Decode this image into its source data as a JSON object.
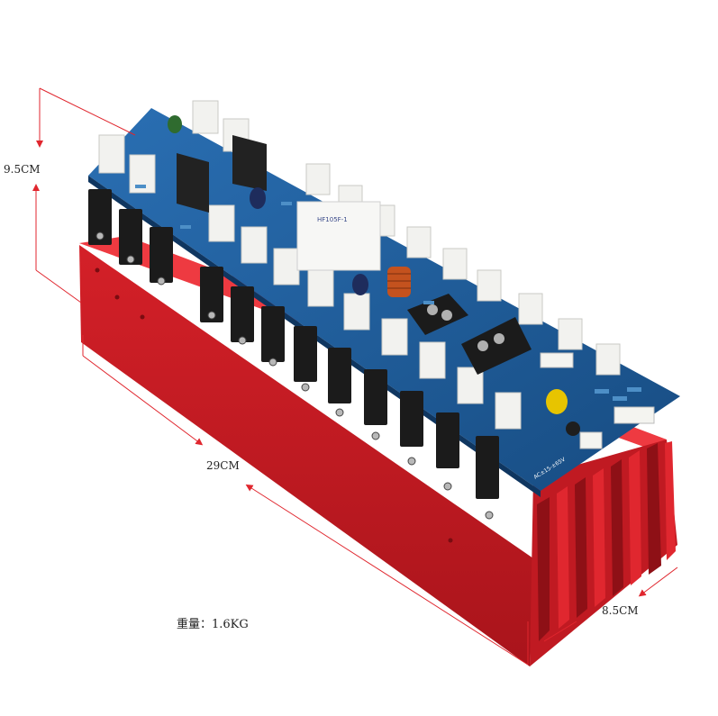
{
  "dimensions": {
    "height_label": "9.5CM",
    "length_label": "29CM",
    "width_label": "8.5CM"
  },
  "weight_label": "重量：1.6KG",
  "colors": {
    "heatsink": "#d8222a",
    "heatsink_dark": "#9e1218",
    "pcb": "#1f5d9c",
    "dimension_line": "#e0262e",
    "transistor": "#1b1b1b",
    "resistor_box": "#f2f2ef"
  },
  "board_labels": {
    "relay": "HF105F-1",
    "power": "AC±15-±65V"
  }
}
